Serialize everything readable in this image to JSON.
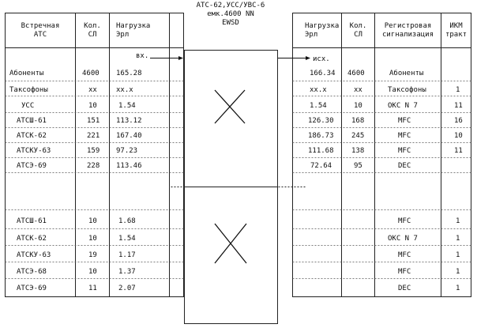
{
  "center_title": [
    "АТС-62,УСС/УВС-6",
    "емк.4600 NN",
    "EWSD"
  ],
  "left_headers": {
    "col1": [
      "Встречная",
      "АТС"
    ],
    "col2": [
      "Кол.",
      "СЛ"
    ],
    "col3": [
      "Нагрузка",
      "Эрл"
    ]
  },
  "right_headers": {
    "col1": [
      "Нагрузка",
      "Эрл"
    ],
    "col2": [
      "Кол.",
      "СЛ"
    ],
    "col3": [
      "Регистровая",
      "сигнализация"
    ],
    "col4": [
      "ИКМ",
      "тракт"
    ]
  },
  "left_direction_label": "вх.",
  "right_direction_label": "исх.",
  "top_rows": [
    {
      "station": "Абоненты",
      "l_count": "4600",
      "l_load": "165.28",
      "r_load": "166.34",
      "r_count": "4600",
      "signal": "Абоненты",
      "ikm": ""
    },
    {
      "station": "Таксофоны",
      "l_count": "xx",
      "l_load": "xx.x",
      "r_load": "xx.x",
      "r_count": "xx",
      "signal": "Таксофоны",
      "ikm": "1"
    },
    {
      "station": "УСС",
      "l_count": "10",
      "l_load": "1.54",
      "r_load": "1.54",
      "r_count": "10",
      "signal": "ОКС N 7",
      "ikm": "11"
    },
    {
      "station": "АТСШ-61",
      "l_count": "151",
      "l_load": "113.12",
      "r_load": "126.30",
      "r_count": "168",
      "signal": "MFC",
      "ikm": "16"
    },
    {
      "station": "АТСК-62",
      "l_count": "221",
      "l_load": "167.40",
      "r_load": "186.73",
      "r_count": "245",
      "signal": "MFC",
      "ikm": "10"
    },
    {
      "station": "АТСКУ-63",
      "l_count": "159",
      "l_load": "97.23",
      "r_load": "111.68",
      "r_count": "138",
      "signal": "MFC",
      "ikm": "11"
    },
    {
      "station": "АТСЭ-69",
      "l_count": "228",
      "l_load": "113.46",
      "r_load": "72.64",
      "r_count": "95",
      "signal": "DEC",
      "ikm": ""
    }
  ],
  "bottom_rows": [
    {
      "station": "АТСШ-61",
      "l_count": "10",
      "l_load": "1.68",
      "signal": "MFC",
      "ikm": "1"
    },
    {
      "station": "АТСК-62",
      "l_count": "10",
      "l_load": "1.54",
      "signal": "ОКС N 7",
      "ikm": "1"
    },
    {
      "station": "АТСКУ-63",
      "l_count": "19",
      "l_load": "1.17",
      "signal": "MFC",
      "ikm": "1"
    },
    {
      "station": "АТСЭ-68",
      "l_count": "10",
      "l_load": "1.37",
      "signal": "MFC",
      "ikm": "1"
    },
    {
      "station": "АТСЭ-69",
      "l_count": "11",
      "l_load": "2.07",
      "signal": "DEC",
      "ikm": "1"
    }
  ]
}
